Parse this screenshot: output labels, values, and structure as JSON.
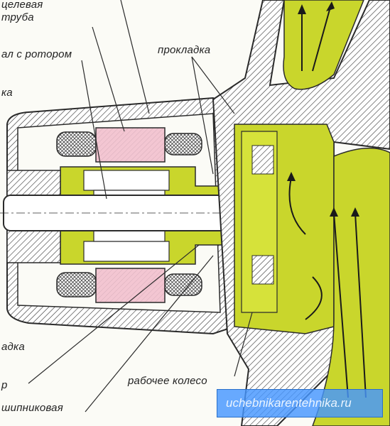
{
  "labels": {
    "sleeve_tube": "целевая\nтруба",
    "shaft_with_rotor": "ал с ротором",
    "gasket_top": "прокладка",
    "left_fragment_ka": "ка",
    "gasket_bottom": "адка",
    "left_fragment_r": "р",
    "impeller": "рабочее колесо",
    "bearing": "шипниковая"
  },
  "watermark": "uchebnikarentehnika.ru",
  "colors": {
    "fluid": "#c9d62c",
    "fluid_dark": "#a9b81c",
    "rotor": "#f3c6d2",
    "metal": "#ffffff",
    "outline": "#2b2b2b"
  }
}
